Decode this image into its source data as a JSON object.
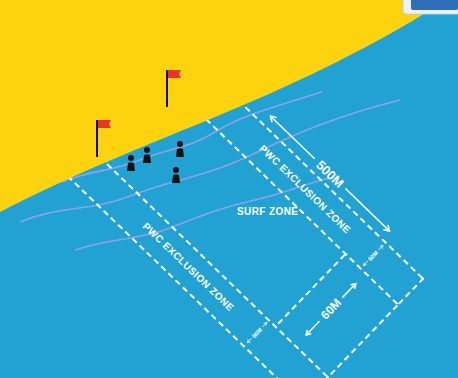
{
  "diagram": {
    "nodes": [
      {
        "text": [
          "PWC EXCLUSION ZONE"
        ]
      },
      {
        "text": [
          "SURF ZONE"
        ]
      },
      {
        "text": [
          "PWC EXCLUSION ZONE"
        ]
      }
    ],
    "labels": [
      "500M",
      "60M",
      "60M",
      "60M"
    ]
  }
}
